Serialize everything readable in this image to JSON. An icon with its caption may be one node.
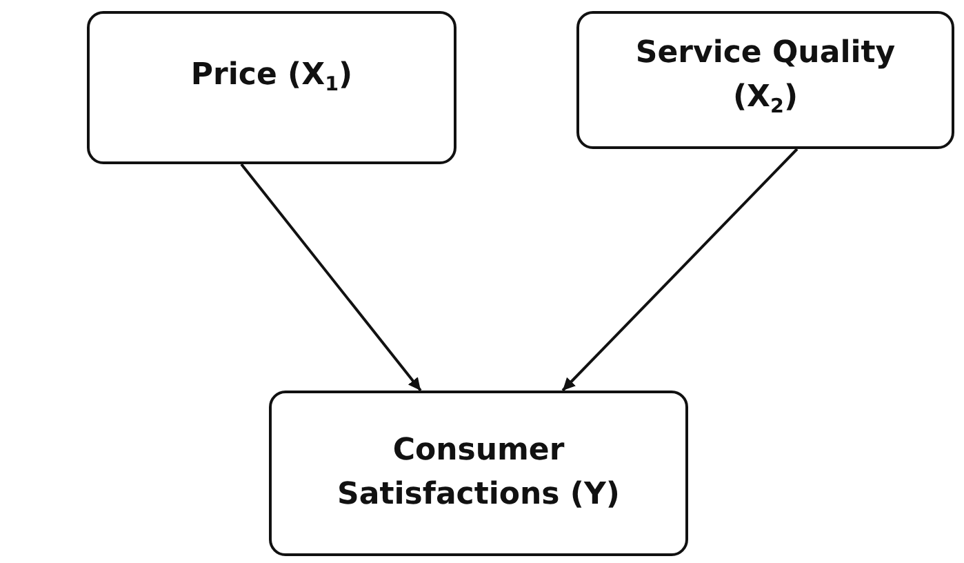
{
  "diagram": {
    "nodes": [
      {
        "text": [
          "Price (X$_{1}$)"
        ]
      },
      {
        "text": [
          "Service Quality (X$_{2}$)"
        ]
      },
      {
        "text": [
          "Consumer Satisfactions (Y)"
        ]
      }
    ],
    "edges": [
      {
        "from": 0,
        "to": 2,
        "arrow": "to"
      },
      {
        "from": 1,
        "to": 2,
        "arrow": "to"
      }
    ]
  }
}
